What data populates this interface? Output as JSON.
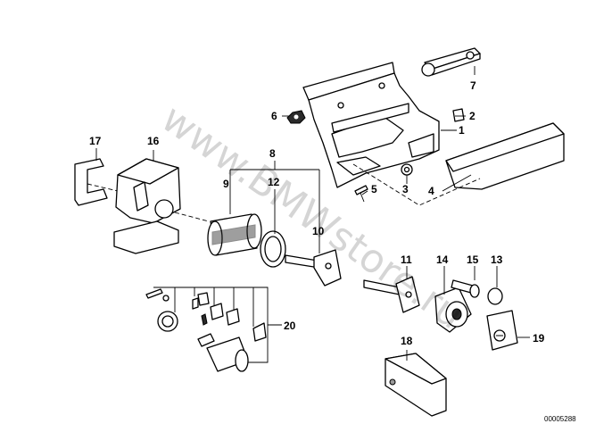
{
  "watermark": "www.BMWstore.ru",
  "document_number": "00005288",
  "callouts": [
    {
      "id": "callout-1",
      "label": "1"
    },
    {
      "id": "callout-2",
      "label": "2"
    },
    {
      "id": "callout-3",
      "label": "3"
    },
    {
      "id": "callout-4",
      "label": "4"
    },
    {
      "id": "callout-5",
      "label": "5"
    },
    {
      "id": "callout-6",
      "label": "6"
    },
    {
      "id": "callout-7",
      "label": "7"
    },
    {
      "id": "callout-8",
      "label": "8"
    },
    {
      "id": "callout-9",
      "label": "9"
    },
    {
      "id": "callout-10",
      "label": "10"
    },
    {
      "id": "callout-11",
      "label": "11"
    },
    {
      "id": "callout-12",
      "label": "12"
    },
    {
      "id": "callout-13",
      "label": "13"
    },
    {
      "id": "callout-14",
      "label": "14"
    },
    {
      "id": "callout-15",
      "label": "15"
    },
    {
      "id": "callout-16",
      "label": "16"
    },
    {
      "id": "callout-17",
      "label": "17"
    },
    {
      "id": "callout-18",
      "label": "18"
    },
    {
      "id": "callout-19",
      "label": "19"
    },
    {
      "id": "callout-20",
      "label": "20"
    }
  ]
}
